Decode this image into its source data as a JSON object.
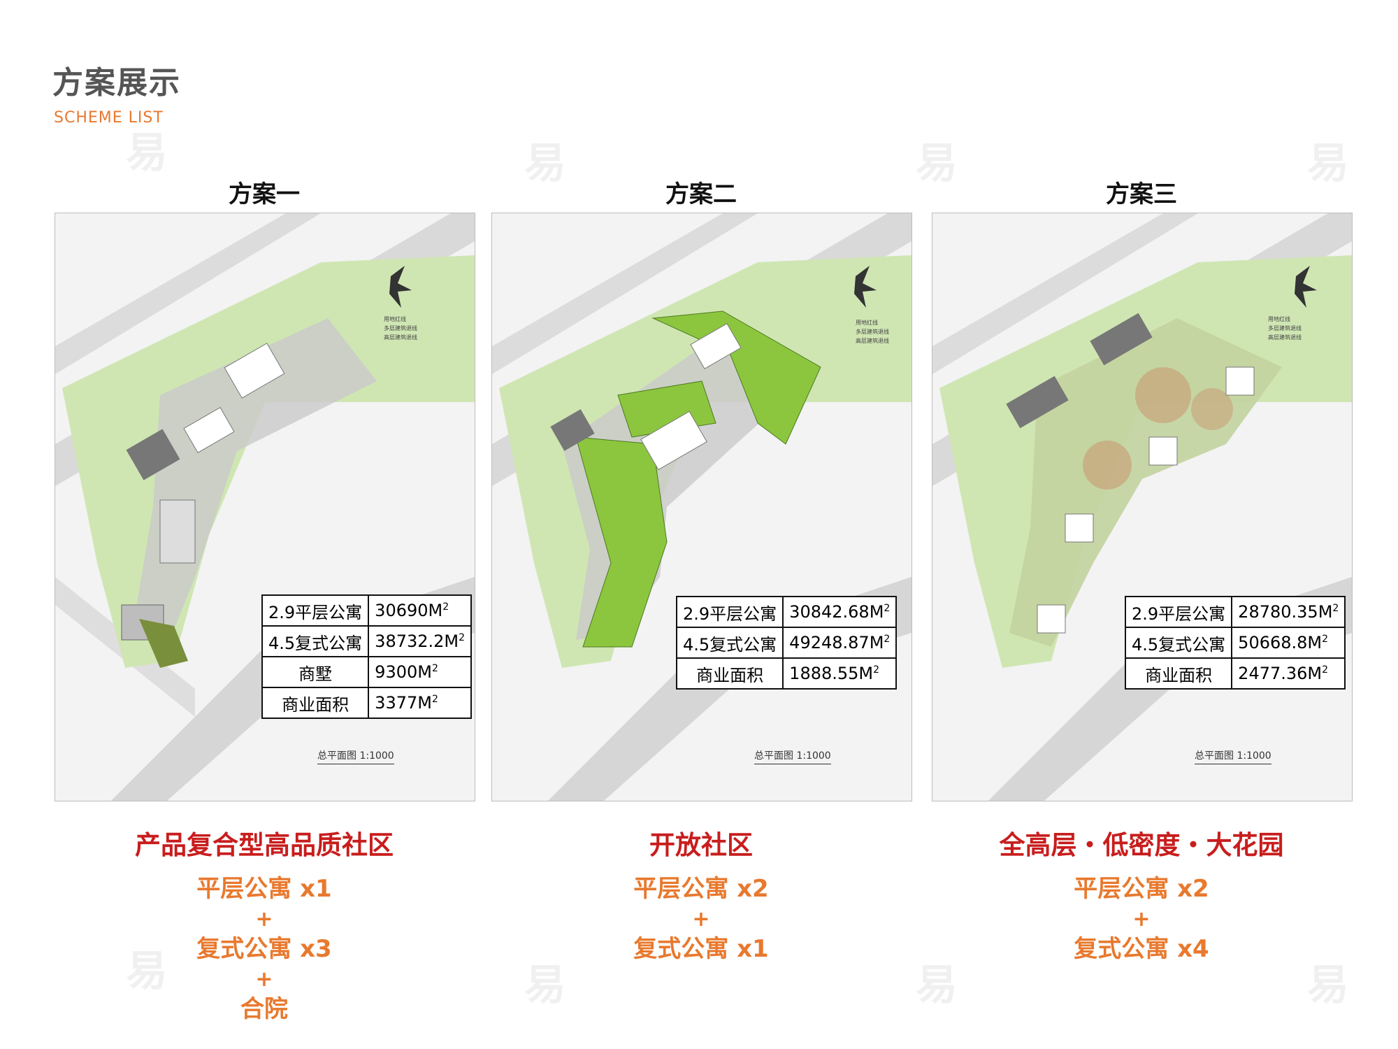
{
  "header": {
    "title": "方案展示",
    "subtitle": "SCHEME LIST"
  },
  "schemes": [
    {
      "name": "方案一",
      "stats": [
        {
          "label": "2.9平层公寓",
          "value": "30690M",
          "unit_sup": "2"
        },
        {
          "label": "4.5复式公寓",
          "value": "38732.2M",
          "unit_sup": "2"
        },
        {
          "label": "商墅",
          "value": "9300M",
          "unit_sup": "2"
        },
        {
          "label": "商业面积",
          "value": "3377M",
          "unit_sup": "2"
        }
      ],
      "scale_label": "总平面图 1:1000",
      "legend": [
        "用地红线",
        "多层建筑退线",
        "高层建筑退线"
      ],
      "slogan": "产品复合型高品质社区",
      "mix": [
        "平层公寓  x1",
        "+",
        "复式公寓  x3",
        "+",
        "合院"
      ]
    },
    {
      "name": "方案二",
      "stats": [
        {
          "label": "2.9平层公寓",
          "value": "30842.68M",
          "unit_sup": "2"
        },
        {
          "label": "4.5复式公寓",
          "value": "49248.87M",
          "unit_sup": "2"
        },
        {
          "label": "商业面积",
          "value": "1888.55M",
          "unit_sup": "2"
        }
      ],
      "scale_label": "总平面图 1:1000",
      "legend": [
        "用地红线",
        "多层建筑退线",
        "高层建筑退线"
      ],
      "slogan": "开放社区",
      "mix": [
        "平层公寓  x2",
        "+",
        "复式公寓  x1"
      ]
    },
    {
      "name": "方案三",
      "stats": [
        {
          "label": "2.9平层公寓",
          "value": "28780.35M",
          "unit_sup": "2"
        },
        {
          "label": "4.5复式公寓",
          "value": "50668.8M",
          "unit_sup": "2"
        },
        {
          "label": "商业面积",
          "value": "2477.36M",
          "unit_sup": "2"
        }
      ],
      "scale_label": "总平面图 1:1000",
      "legend": [
        "用地红线",
        "多层建筑退线",
        "高层建筑退线"
      ],
      "slogan": "全高层・低密度・大花园",
      "mix": [
        "平层公寓  x2",
        "+",
        "复式公寓  x4"
      ]
    }
  ],
  "watermark": "易",
  "colors": {
    "accent": "#e8792e",
    "slogan": "#c81d1d",
    "title": "#555555",
    "green": "#8cc63f"
  }
}
